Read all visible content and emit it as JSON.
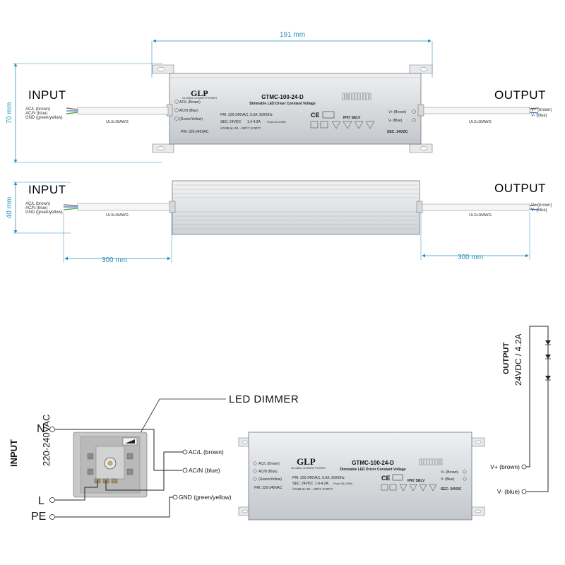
{
  "top_view": {
    "width_dim": "191 mm",
    "height_dim": "70 mm",
    "input_title": "INPUT",
    "output_title": "OUTPUT",
    "input_wires": [
      "AC/L (brown)",
      "AC/N (blue)",
      "GND (green/yellow)"
    ],
    "input_cable": "UL3x18AWG",
    "output_wires": [
      "V+ (brown)",
      "V- (blue)"
    ],
    "output_cable": "UL2x18AWG"
  },
  "side_view": {
    "height_dim": "40 mm",
    "input_title": "INPUT",
    "output_title": "OUTPUT",
    "input_wires": [
      "AC/L (brown)",
      "AC/N (blue)",
      "GND (green/yellow)"
    ],
    "input_cable": "UL3x18AWG",
    "output_wires": [
      "V+ (brown)",
      "V- (blue)"
    ],
    "output_cable": "UL2x18AWG",
    "input_cable_length": "300 mm",
    "output_cable_length": "300 mm"
  },
  "label_plate": {
    "brand": "GLP",
    "brand_sub": "GLOBAL LEADER POWER",
    "model": "GTMC-100-24-D",
    "subtitle": "Dimmable LED Driver Constant Voltage",
    "pri": "PRI:  220-240VAC, 0.6A, 50/60Hz",
    "sec": "SEC:  24VDC",
    "sec_range": "1.4-4.2A",
    "pout": "Pout=33-100W",
    "pf": "λ:0.95  ta:-20...+50°C  tc:90°C",
    "ip": "IP67 SELV",
    "pri_short": "PRI:  220-240VAC",
    "sec_short": "SEC:  24VDC",
    "ce": "CE",
    "term_in": [
      "AC/L (Brown)",
      "AC/N (Blue)",
      "(Green/Yellow)"
    ],
    "term_out": [
      "V+ (Brown)",
      "V- (Blue)"
    ]
  },
  "wiring": {
    "dimmer_label": "LED DIMMER",
    "input_title": "INPUT",
    "input_voltage": "220-240VAC",
    "n_label": "N",
    "l_label": "L",
    "pe_label": "PE",
    "acl": "AC/L (brown)",
    "acn": "AC/N (blue)",
    "gnd": "GND (green/yellow)",
    "output_title": "OUTPUT",
    "output_voltage": "24VDC / 4.2A",
    "vplus": "V+ (brown)",
    "vminus": "V- (blue)"
  },
  "colors": {
    "dimension": "#2a8fbf",
    "wire_brown": "#8b5a2b",
    "wire_blue": "#2f6fd0",
    "wire_green": "#3aa34a",
    "wire_yellow": "#e6c619",
    "housing": "#d3d7da",
    "fin_lines": "#a9aeb2"
  },
  "icons": [
    "glp-logo-icon",
    "ce-mark-icon",
    "lamp-rating-icon",
    "ip67-icon",
    "thermal-warning-icon",
    "led-diode-icon",
    "dimmer-knob-icon"
  ]
}
